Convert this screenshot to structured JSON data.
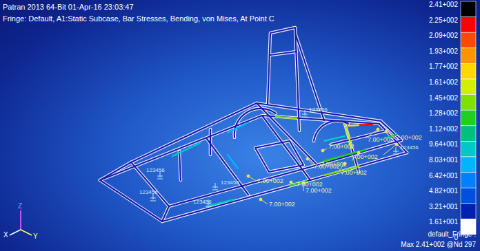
{
  "diagram": {
    "labels": [
      "Patran 2013 64-Bit 01-Apr-16 23:03:47",
      "Fringe: Default, A1:Static Subcase, Bar Stresses, Bending, von Mises, At Point C",
      "2.41+002",
      "2.25+002",
      "2.09+002",
      "1.93+002",
      "1.77+002",
      "1.61+002",
      "1.45+002",
      "1.28+002",
      "1.12+002",
      "9.64+001",
      "8.03+001",
      "6.42+001",
      "4.82+001",
      "3.21+001",
      "1.61+001",
      "0",
      "default_Fringe :",
      "Max 2.41+002 @Nd 297",
      "Z",
      "X",
      "Y",
      "7.00+002",
      "7.00+002",
      "7.00+002",
      "7.00+002",
      "7.00+002",
      "7.00+002",
      "7.00+002",
      "7.00+002",
      "7.00+002",
      "7.00+002",
      "7.00+002",
      "123456",
      "123456",
      "123456",
      "123456",
      "123456",
      "123456"
    ]
  }
}
